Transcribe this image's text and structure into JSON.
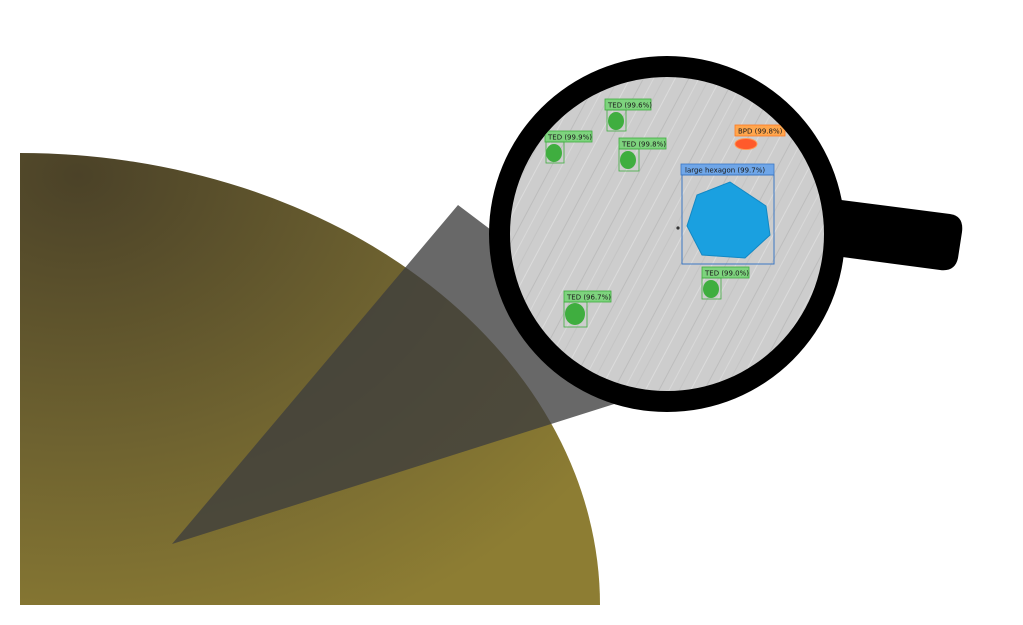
{
  "colors": {
    "wafer": "#8c7a2f",
    "wafer_dark": "#4e452a",
    "zoom_beam": "#4a4a4a",
    "magnifier_frame": "#000000",
    "surface": "#cfcfcf",
    "ted_fill": "#3fae3f",
    "ted_tag": "#7ed37e",
    "bpd_fill": "#ff5a2b",
    "bpd_tag": "#ffa64d",
    "hexagon_fill": "#1aa0e0",
    "hexagon_box": "#3a77c4",
    "hexagon_tag": "#6fa6e8"
  },
  "magnifier": {
    "icon": "magnifying-glass-icon"
  },
  "detections": [
    {
      "id": "ted-1",
      "class": "TED",
      "label": "TED (99.6%)",
      "confidence": 99.6
    },
    {
      "id": "ted-2",
      "class": "TED",
      "label": "TED (99.9%)",
      "confidence": 99.9
    },
    {
      "id": "ted-3",
      "class": "TED",
      "label": "TED (99.8%)",
      "confidence": 99.8
    },
    {
      "id": "bpd-1",
      "class": "BPD",
      "label": "BPD (99.8%)",
      "confidence": 99.8
    },
    {
      "id": "hex-1",
      "class": "large hexagon",
      "label": "large hexagon (99.7%)",
      "confidence": 99.7
    },
    {
      "id": "ted-4",
      "class": "TED",
      "label": "TED (99.0%)",
      "confidence": 99.0
    },
    {
      "id": "ted-5",
      "class": "TED",
      "label": "TED (96.7%)",
      "confidence": 96.7
    }
  ]
}
